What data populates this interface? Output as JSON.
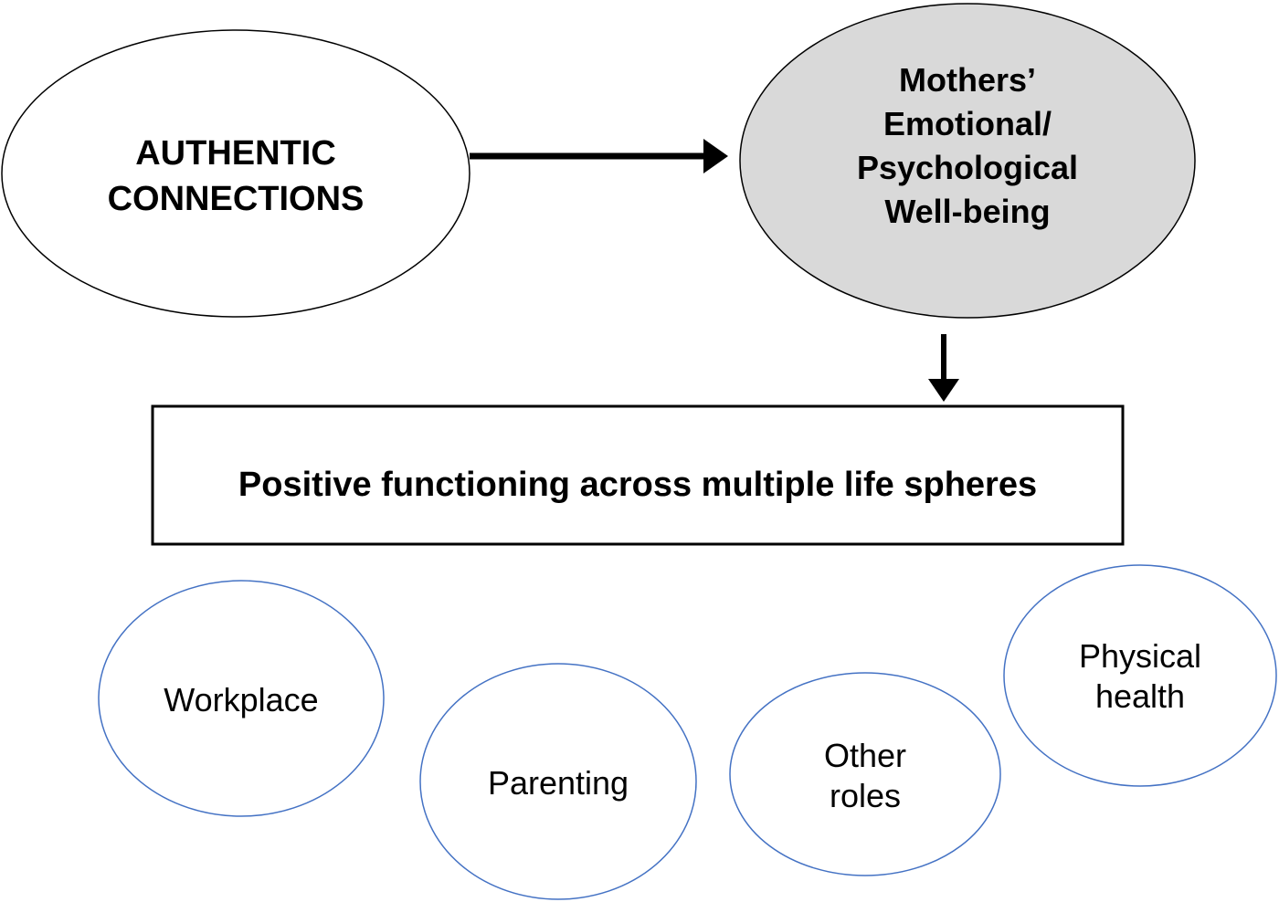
{
  "colors": {
    "outline": "#000000",
    "wellbeing_fill": "#d9d9d9",
    "sphere_outline": "#4472c4",
    "background": "#ffffff"
  },
  "authentic": {
    "line1": "AUTHENTIC",
    "line2": "CONNECTIONS"
  },
  "wellbeing": {
    "line1": "Mothers’",
    "line2": "Emotional/",
    "line3": "Psychological",
    "line4": "Well-being"
  },
  "outcome": {
    "label": "Positive functioning across multiple life spheres"
  },
  "spheres": {
    "workplace": {
      "line1": "Workplace"
    },
    "parenting": {
      "line1": "Parenting"
    },
    "other_roles": {
      "line1": "Other",
      "line2": "roles"
    },
    "physical_health": {
      "line1": "Physical",
      "line2": "health"
    }
  }
}
